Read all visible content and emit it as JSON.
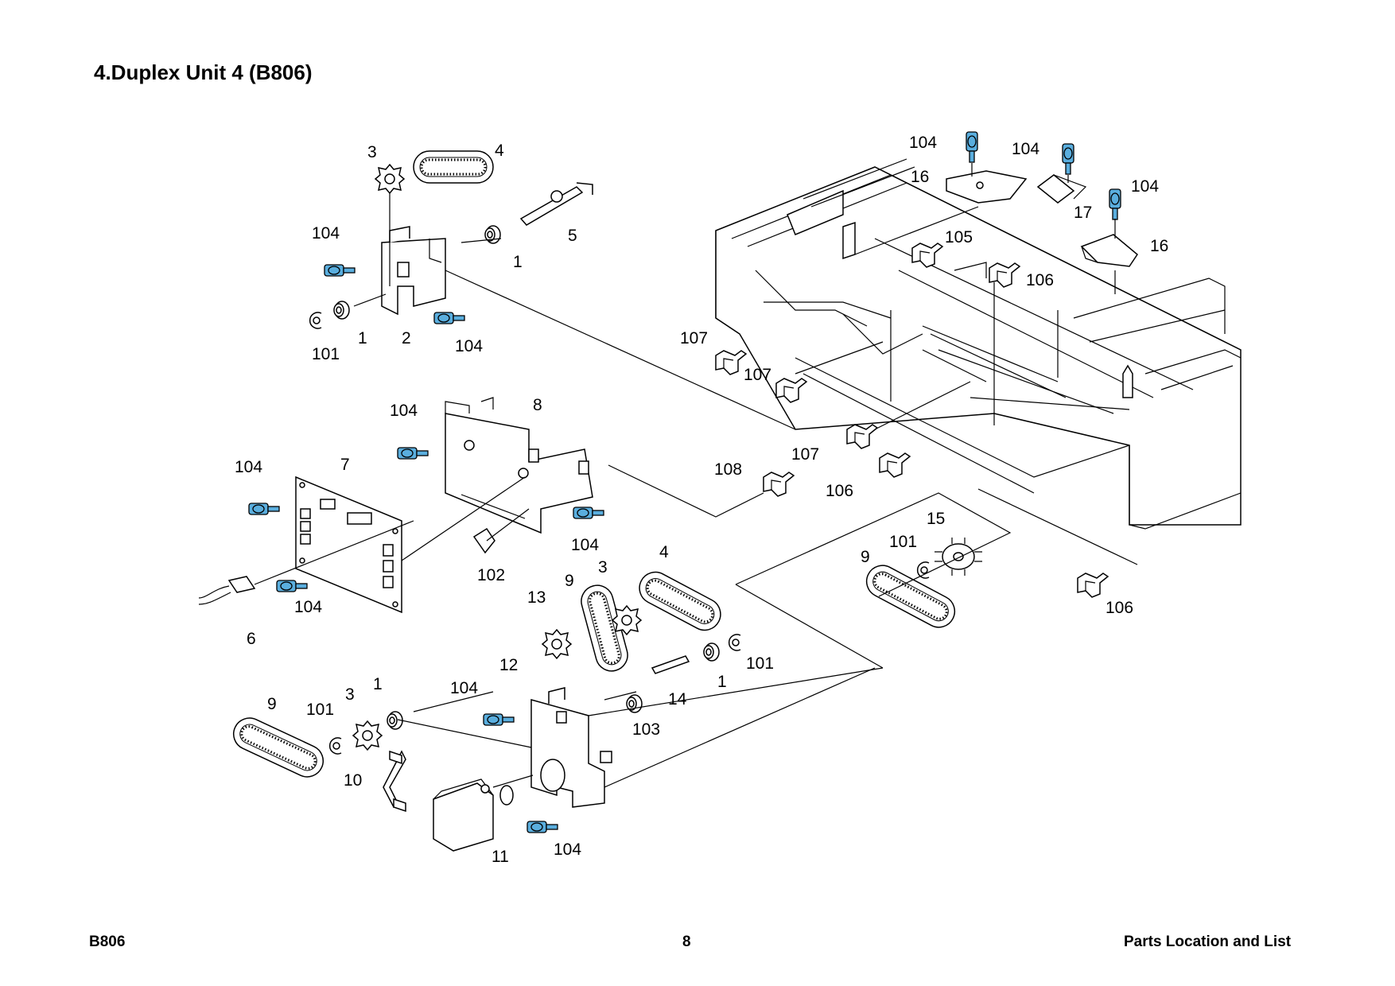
{
  "page": {
    "title": "4.Duplex Unit 4 (B806)",
    "footer_left": "B806",
    "footer_center": "8",
    "footer_right": "Parts Location and List"
  },
  "callouts": [
    "3",
    "4",
    "5",
    "1",
    "104",
    "1",
    "2",
    "104",
    "101",
    "104",
    "16",
    "104",
    "17",
    "104",
    "16",
    "105",
    "106",
    "107",
    "107",
    "104",
    "8",
    "104",
    "7",
    "108",
    "107",
    "106",
    "104",
    "102",
    "104",
    "6",
    "15",
    "101",
    "9",
    "106",
    "4",
    "3",
    "9",
    "13",
    "101",
    "1",
    "12",
    "104",
    "14",
    "103",
    "3",
    "1",
    "101",
    "9",
    "10",
    "11",
    "104"
  ],
  "colors": {
    "screw": "#5aaede",
    "line": "#000000",
    "background": "#ffffff"
  }
}
